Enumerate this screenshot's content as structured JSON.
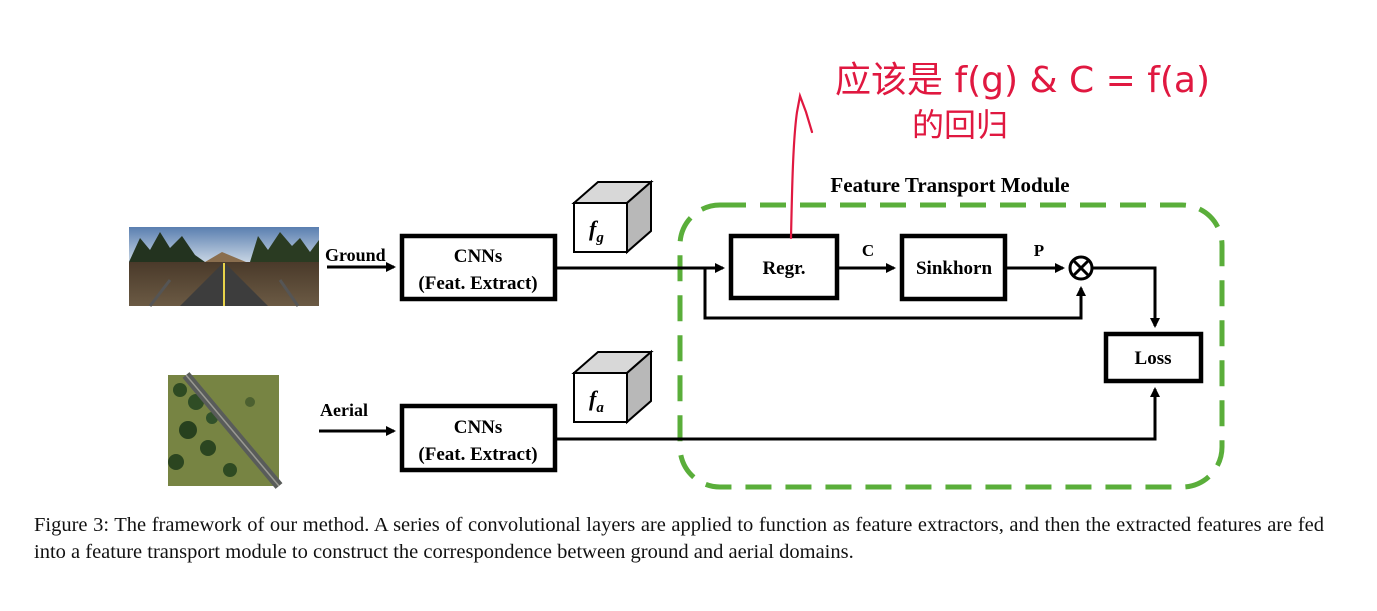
{
  "figure": {
    "module_title": "Feature Transport Module",
    "inputs": {
      "ground_label": "Ground",
      "aerial_label": "Aerial"
    },
    "blocks": {
      "cnn_top_line1": "CNNs",
      "cnn_top_line2": "(Feat. Extract)",
      "cnn_bottom_line1": "CNNs",
      "cnn_bottom_line2": "(Feat. Extract)",
      "regr": "Regr.",
      "sinkhorn": "Sinkhorn",
      "loss": "Loss"
    },
    "features": {
      "fg_base": "f",
      "fg_sub": "g",
      "fa_base": "f",
      "fa_sub": "a"
    },
    "edge_labels": {
      "c": "C",
      "p": "P"
    },
    "operator_symbol": "⊗",
    "handwritten_note": {
      "line1": "应该是 f(g) & C = f(a)",
      "line2": "的回归"
    },
    "colors": {
      "module_border": "#5aae3a",
      "annotation_ink": "#e01840"
    }
  },
  "caption": "Figure 3: The framework of our method. A series of convolutional layers are applied to function as feature extractors, and then the extracted features are fed into a feature transport module to construct the correspondence between ground and aerial domains."
}
